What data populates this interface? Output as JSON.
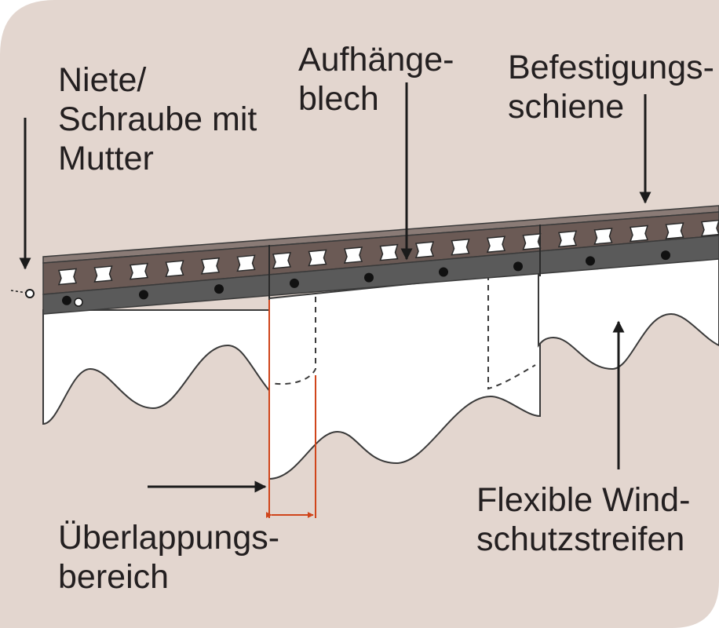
{
  "colors": {
    "background": "#e3d6cf",
    "rail": "#6b5a55",
    "rail_top": "#8a7b76",
    "clip": "#ffffff",
    "strip": "#ffffff",
    "outline": "#3a3a3a",
    "overlap_marker": "#d0451b",
    "arrow": "#1b1b1b"
  },
  "labels": {
    "rivet": [
      "Niete/",
      "Schraube mit",
      "Mutter"
    ],
    "hanger_plate": [
      "Aufhänge-",
      "blech"
    ],
    "mounting_rail": [
      "Befestigungs-",
      "schiene"
    ],
    "overlap_area": [
      "Überlappungs-",
      "bereich"
    ],
    "flexible_strips": [
      "Flexible Wind-",
      "schutzstreifen"
    ]
  }
}
